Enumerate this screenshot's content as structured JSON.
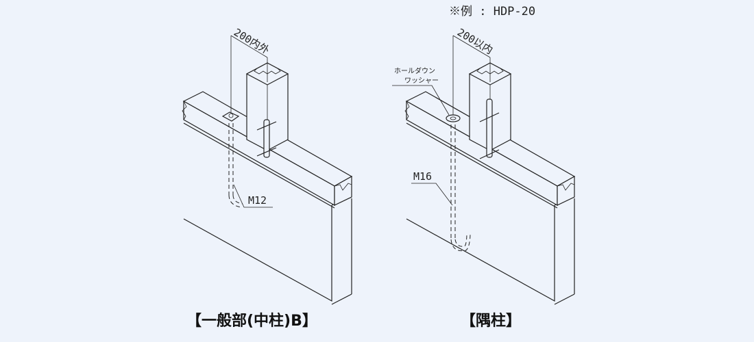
{
  "note": "※例 : HDP-20",
  "left": {
    "dimension": "200内外",
    "bolt": "M12",
    "caption": "【一般部(中柱)B】"
  },
  "right": {
    "dimension": "200以内",
    "washer_line1": "ホールダウン",
    "washer_line2": "ワッシャー",
    "bolt": "M16",
    "caption": "【隅柱】"
  }
}
